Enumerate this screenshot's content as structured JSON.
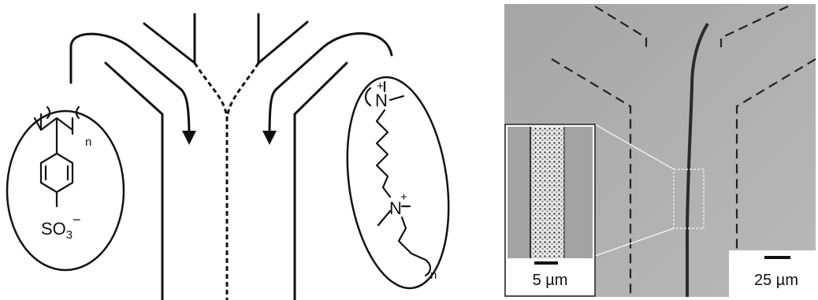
{
  "left_panel": {
    "polyanion": {
      "subscript_n": "n",
      "group_main": "SO",
      "group_sub": "3",
      "group_charge": "−"
    },
    "polycation": {
      "charge_1": "+",
      "charge_2": "+",
      "atom_1": "N",
      "atom_2": "N",
      "subscript_n": "n"
    }
  },
  "right_panel": {
    "inset_scale_label": "5 µm",
    "main_scale_label": "25 µm"
  }
}
